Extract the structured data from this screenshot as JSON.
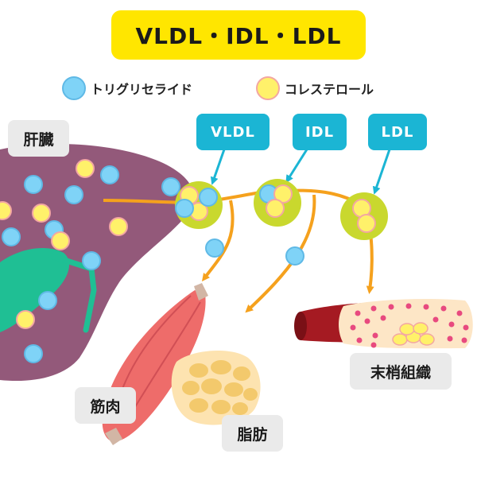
{
  "title": "VLDL・IDL・LDL",
  "legend": {
    "triglyceride": "トリグリセライド",
    "cholesterol": "コレステロール"
  },
  "particles": {
    "vldl": "VLDL",
    "idl": "IDL",
    "ldl": "LDL"
  },
  "organs": {
    "liver": "肝臓",
    "muscle": "筋肉",
    "fat": "脂肪",
    "peripheral": "末梢組織"
  },
  "colors": {
    "title_bg": "#ffe600",
    "tag_bg": "#1bb5d4",
    "liver": "#93597a",
    "arrow": "#f5a11d",
    "lipoprotein": "#c9d82e",
    "triglyceride": "#7fd3f7",
    "cholesterol": "#fff16a"
  }
}
